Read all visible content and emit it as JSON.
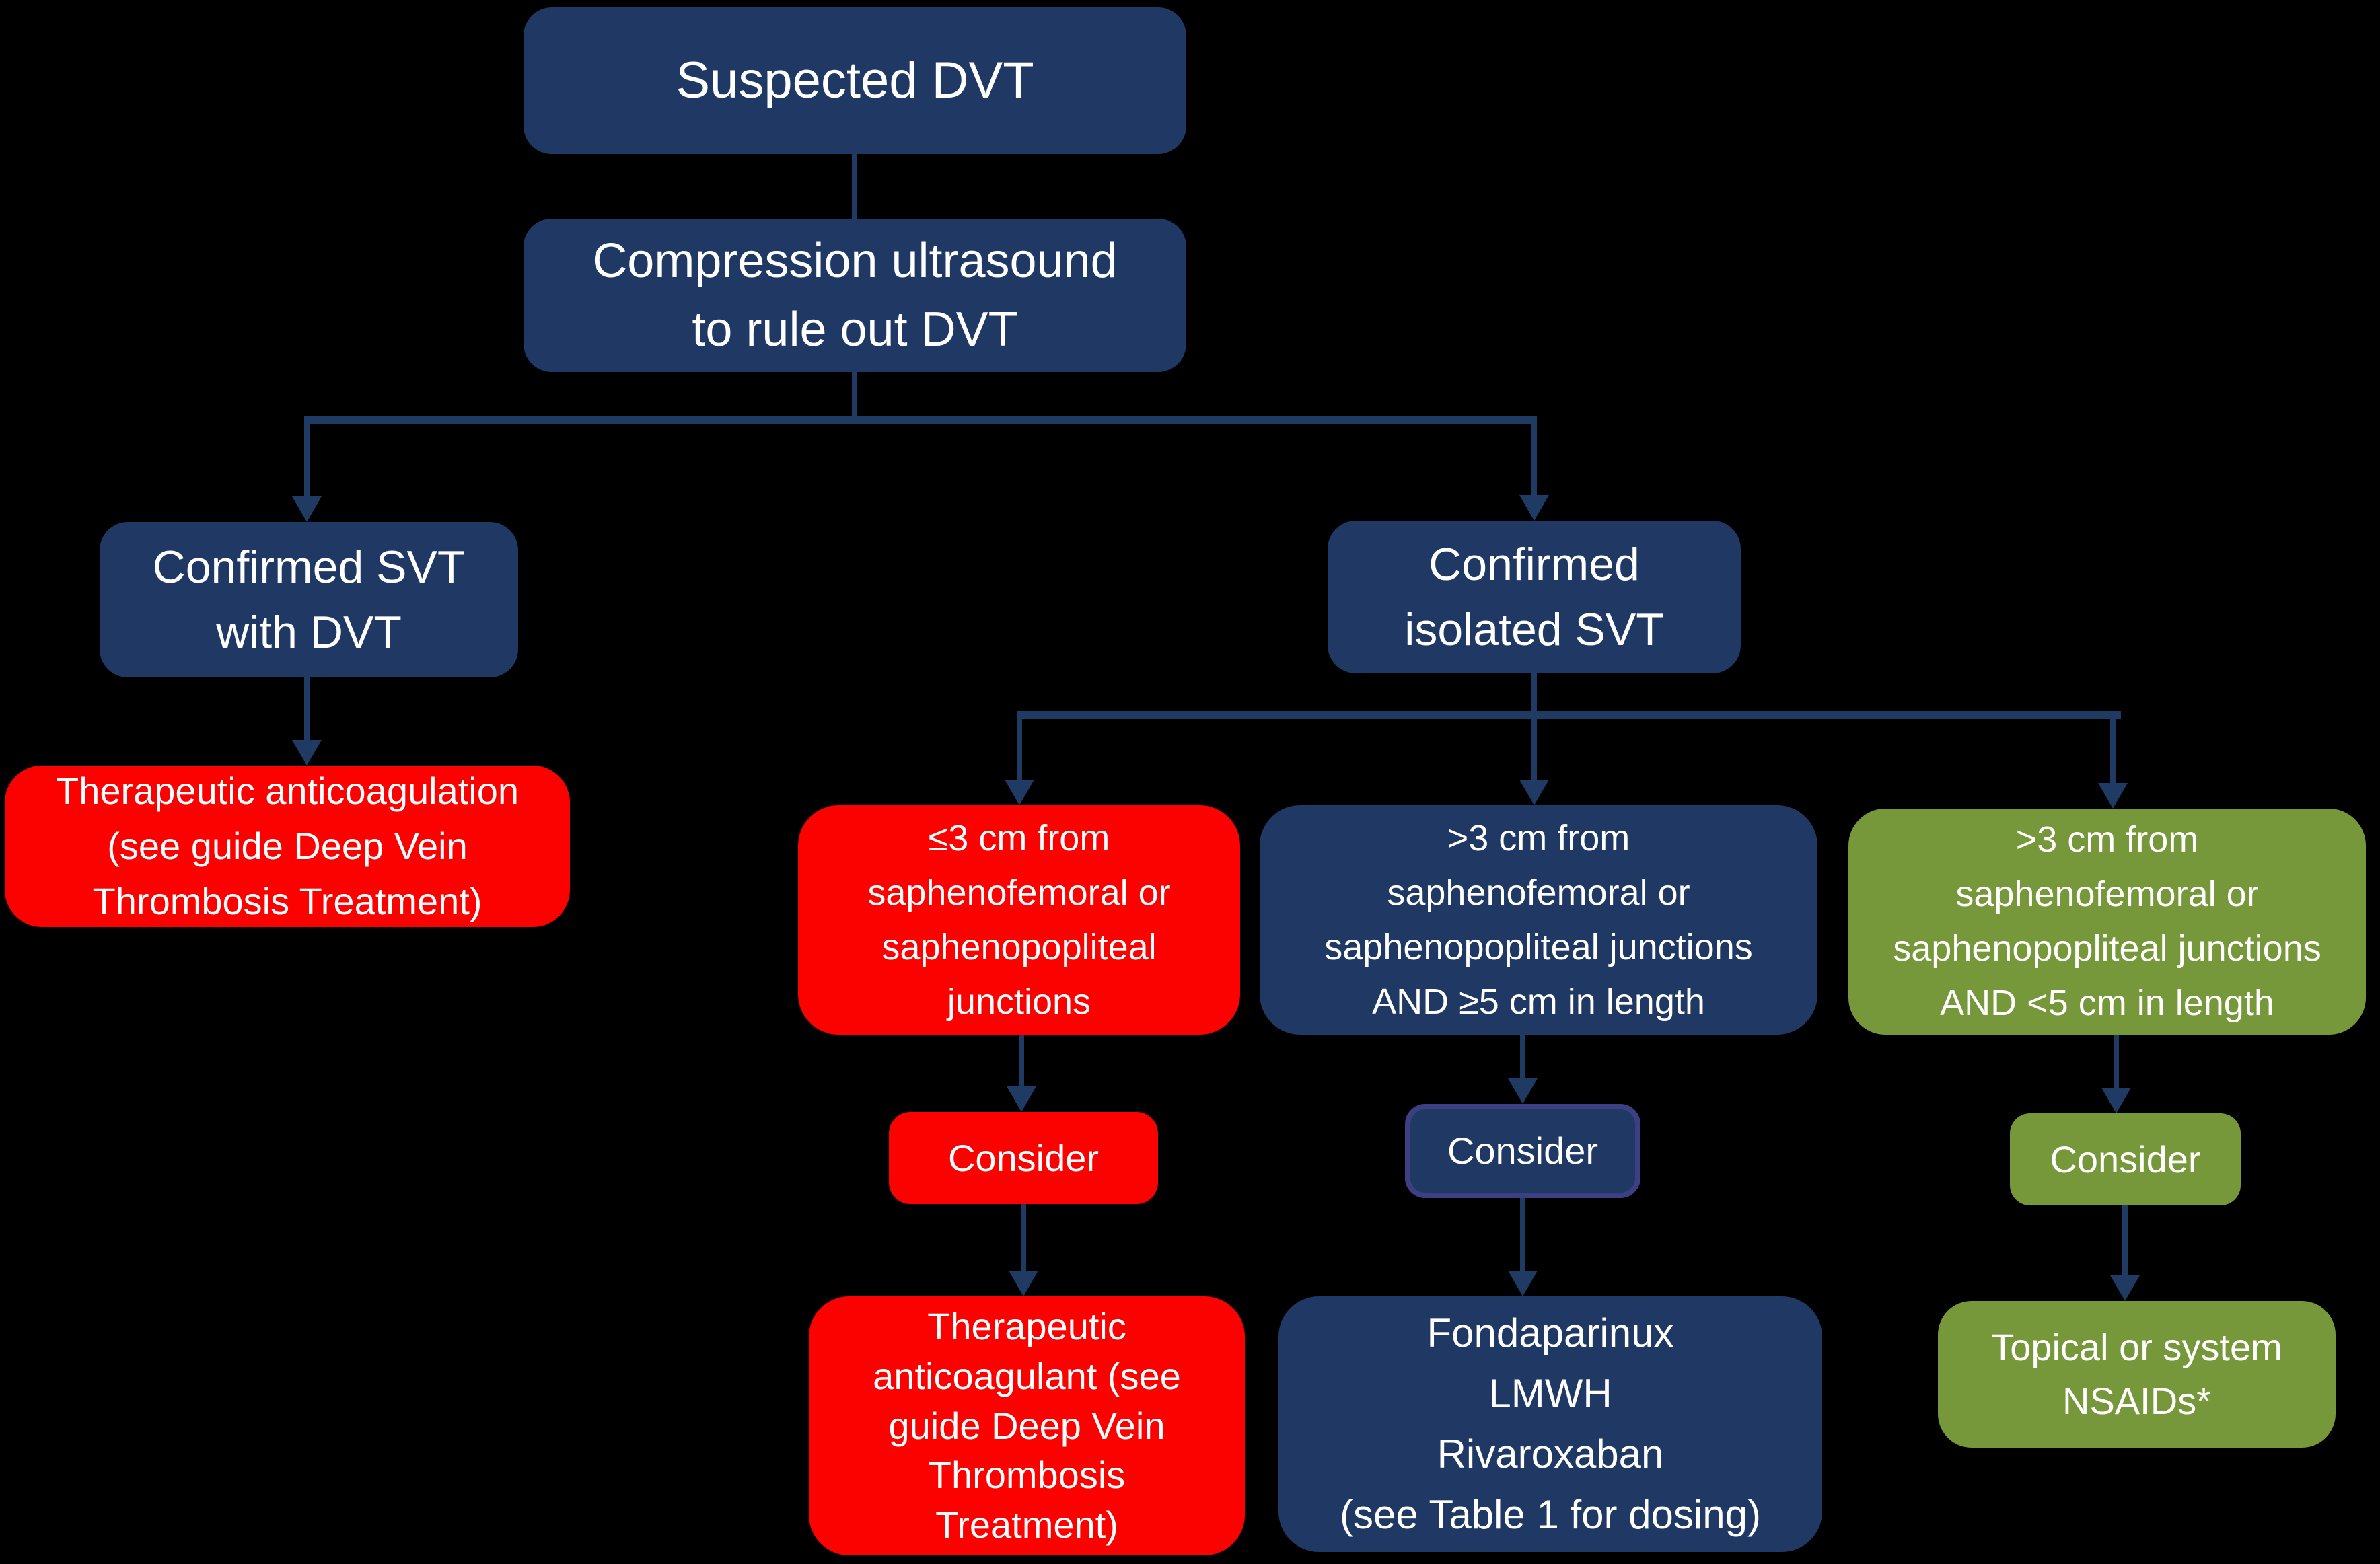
{
  "diagram": {
    "background_color": "#000000",
    "text_color": "#FFFFFF",
    "colors": {
      "navy_box": "#1F3864",
      "red_box": "#FB0100",
      "green_box": "#76983B",
      "connector_line": "#1F3B63",
      "consider_mid_border": "#3C4083"
    },
    "nodes": {
      "suspected_dvt": {
        "label": "Suspected DVT",
        "color": "navy"
      },
      "compression_us": {
        "label": "Compression ultrasound\nto rule out DVT",
        "color": "navy"
      },
      "confirmed_svt_with_dvt": {
        "label": "Confirmed SVT\nwith DVT",
        "color": "navy"
      },
      "therapeutic_anticoagulation": {
        "label": "Therapeutic anticoagulation\n(see guide Deep Vein\nThrombosis Treatment)",
        "color": "red"
      },
      "confirmed_isolated_svt": {
        "label": "Confirmed\nisolated SVT",
        "color": "navy"
      },
      "le3cm_junctions": {
        "label": "≤3 cm from\nsaphenofemoral or\nsaphenopopliteal\njunctions",
        "color": "red"
      },
      "gt3cm_ge5cm": {
        "label": ">3 cm from\nsaphenofemoral or\nsaphenopopliteal junctions\nAND ≥5 cm in length",
        "color": "navy"
      },
      "gt3cm_lt5cm": {
        "label": ">3 cm from\nsaphenofemoral or\nsaphenopopliteal junctions\nAND <5 cm in length",
        "color": "green"
      },
      "consider_le3cm": {
        "label": "Consider",
        "color": "red"
      },
      "consider_gt3_ge5": {
        "label": "Consider",
        "color": "navy"
      },
      "consider_gt3_lt5": {
        "label": "Consider",
        "color": "green"
      },
      "therapeutic_anticoagulant": {
        "label": "Therapeutic\nanticoagulant (see\nguide Deep Vein\nThrombosis\nTreatment)",
        "color": "red"
      },
      "fondaparinux_lmwh_rivaroxaban": {
        "label": "Fondaparinux\nLMWH\nRivaroxaban\n(see Table 1 for dosing)",
        "color": "navy"
      },
      "topical_nsaids": {
        "label": "Topical or system\nNSAIDs*",
        "color": "green"
      }
    },
    "edges": [
      {
        "from": "suspected_dvt",
        "to": "compression_us"
      },
      {
        "from": "compression_us",
        "to": "confirmed_svt_with_dvt"
      },
      {
        "from": "compression_us",
        "to": "confirmed_isolated_svt"
      },
      {
        "from": "confirmed_svt_with_dvt",
        "to": "therapeutic_anticoagulation"
      },
      {
        "from": "confirmed_isolated_svt",
        "to": "le3cm_junctions"
      },
      {
        "from": "confirmed_isolated_svt",
        "to": "gt3cm_ge5cm"
      },
      {
        "from": "confirmed_isolated_svt",
        "to": "gt3cm_lt5cm"
      },
      {
        "from": "le3cm_junctions",
        "to": "consider_le3cm"
      },
      {
        "from": "consider_le3cm",
        "to": "therapeutic_anticoagulant"
      },
      {
        "from": "gt3cm_ge5cm",
        "to": "consider_gt3_ge5"
      },
      {
        "from": "consider_gt3_ge5",
        "to": "fondaparinux_lmwh_rivaroxaban"
      },
      {
        "from": "gt3cm_lt5cm",
        "to": "consider_gt3_lt5"
      },
      {
        "from": "consider_gt3_lt5",
        "to": "topical_nsaids"
      }
    ]
  }
}
